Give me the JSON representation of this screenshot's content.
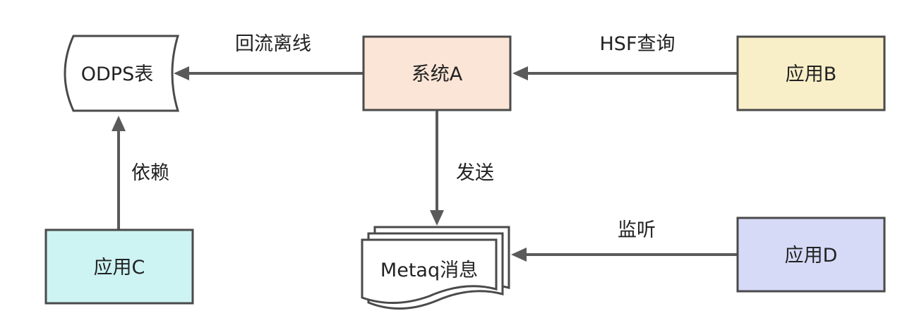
{
  "nodes": {
    "odps_table": {
      "label": "ODPS表",
      "shape": "stored-data",
      "fill": "#ffffff"
    },
    "system_a": {
      "label": "系统A",
      "shape": "rectangle",
      "fill": "#fbe5d6"
    },
    "app_b": {
      "label": "应用B",
      "shape": "rectangle",
      "fill": "#f8efc8"
    },
    "app_c": {
      "label": "应用C",
      "shape": "rectangle",
      "fill": "#cdf3f3"
    },
    "metaq": {
      "label": "Metaq消息",
      "shape": "multi-document",
      "fill": "#ffffff"
    },
    "app_d": {
      "label": "应用D",
      "shape": "rectangle",
      "fill": "#d6daf7"
    }
  },
  "edges": [
    {
      "id": "edge-system-a-to-odps",
      "from": "system_a",
      "to": "odps_table",
      "label": "回流离线"
    },
    {
      "id": "edge-app-b-to-system-a",
      "from": "app_b",
      "to": "system_a",
      "label": "HSF查询"
    },
    {
      "id": "edge-app-c-to-odps",
      "from": "app_c",
      "to": "odps_table",
      "label": "依赖"
    },
    {
      "id": "edge-system-a-to-metaq",
      "from": "system_a",
      "to": "metaq",
      "label": "发送"
    },
    {
      "id": "edge-app-d-to-metaq",
      "from": "app_d",
      "to": "metaq",
      "label": "监听"
    }
  ]
}
